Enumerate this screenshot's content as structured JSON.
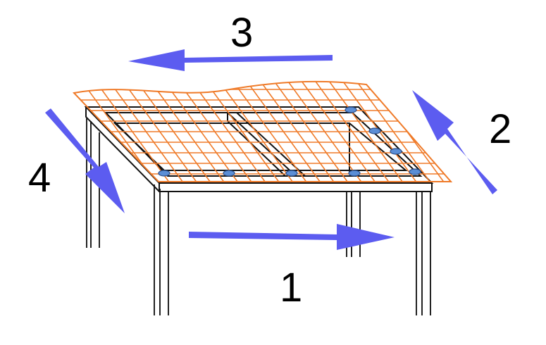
{
  "colors": {
    "arrow": "#5c5cf0",
    "mesh": "#ef7a28",
    "frame": "#111111",
    "clip": "#5b8ed6"
  },
  "labels": {
    "step1": "1",
    "step2": "2",
    "step3": "3",
    "step4": "4"
  },
  "icons": {
    "arrow": "arrow-icon",
    "clip": "clip-icon"
  }
}
